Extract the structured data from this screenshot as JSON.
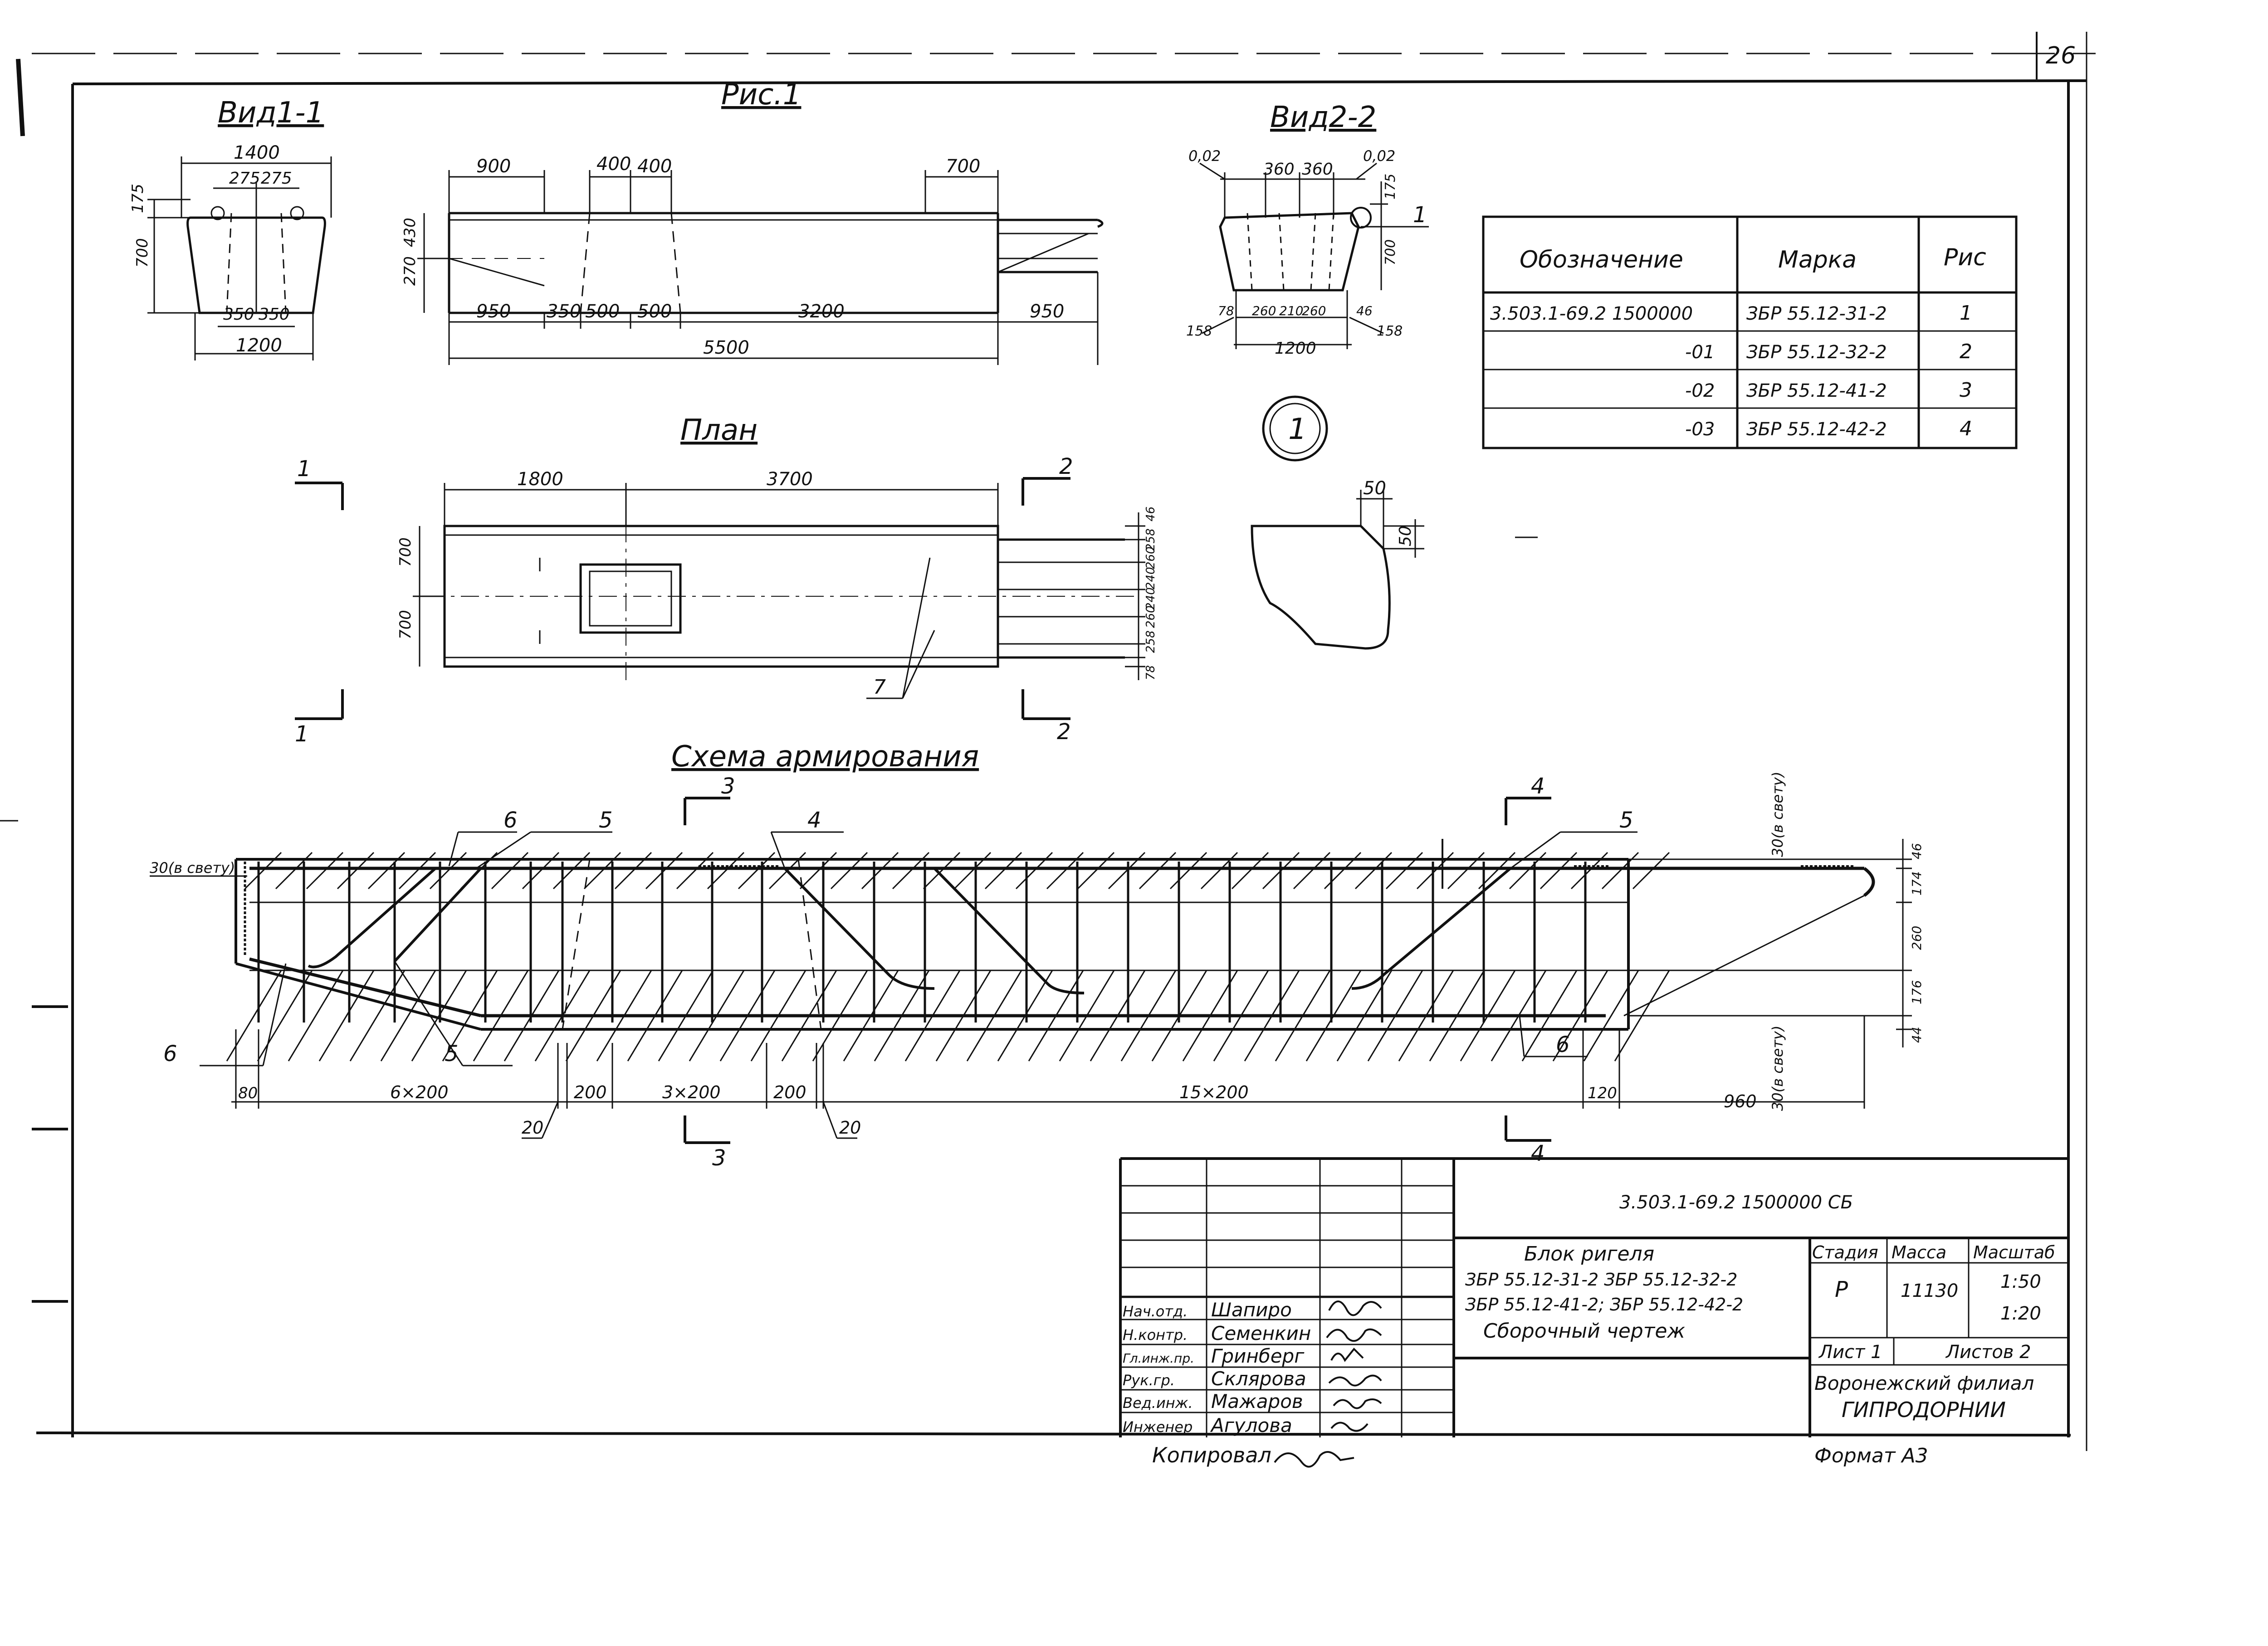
{
  "sheet_number": "26",
  "titles": {
    "fig": "Рис.1",
    "view1": "Вид1-1",
    "view2": "Вид2-2",
    "plan": "План",
    "scheme": "Схема армирования"
  },
  "view1": {
    "dims": [
      "1400",
      "275",
      "275",
      "175",
      "700",
      "350",
      "350",
      "1200"
    ]
  },
  "elevation": {
    "top_dims": [
      "900",
      "400",
      "400",
      "700"
    ],
    "left_dims": [
      "430",
      "270"
    ],
    "bottom_dims": [
      "950",
      "350",
      "500",
      "500",
      "3200",
      "950"
    ],
    "total": "5500"
  },
  "view2": {
    "dims": [
      "0,02",
      "360",
      "360",
      "0,02",
      "175",
      "700",
      "78",
      "260",
      "210",
      "260",
      "46",
      "158",
      "158",
      "1200"
    ]
  },
  "spec_table": {
    "headers": [
      "Обозначение",
      "Марка",
      "Рис"
    ],
    "rows": [
      [
        "3.503.1-69.2 1500000",
        "ЗБР 55.12-31-2",
        "1"
      ],
      [
        "-01",
        "ЗБР 55.12-32-2",
        "2"
      ],
      [
        "-02",
        "ЗБР 55.12-41-2",
        "3"
      ],
      [
        "-03",
        "ЗБР 55.12-42-2",
        "4"
      ]
    ]
  },
  "circle_mark": "1",
  "node_dims": [
    "50",
    "50"
  ],
  "plan": {
    "top_dims": [
      "1800",
      "3700"
    ],
    "left_dims": [
      "700",
      "700"
    ],
    "right_dims": [
      "46",
      "258",
      "260",
      "240",
      "240",
      "260",
      "258",
      "78"
    ],
    "leader": "7",
    "section_marks": [
      "1",
      "1",
      "2",
      "2"
    ]
  },
  "scheme": {
    "callouts": [
      "6",
      "5",
      "4",
      "5",
      "6",
      "5",
      "6",
      "3",
      "3",
      "4",
      "4"
    ],
    "clear_cover_left": "30(в свету)",
    "clear_cover_right_top": "30(в свету)",
    "clear_cover_right_bottom": "30(в свету)",
    "right_dims": [
      "46",
      "174",
      "260",
      "176",
      "44"
    ],
    "bottom_dims": [
      "80",
      "6×200",
      "200",
      "3×200",
      "200",
      "15×200",
      "120",
      "960"
    ],
    "leaders": [
      "20",
      "20"
    ]
  },
  "title_block": {
    "code": "3.503.1-69.2 1500000 СБ",
    "name_lines": [
      "Блок ригеля",
      "ЗБР 55.12-31-2  ЗБР 55.12-32-2",
      "ЗБР 55.12-41-2; ЗБР 55.12-42-2",
      "Сборочный чертеж"
    ],
    "stage_label": "Стадия",
    "mass_label": "Масса",
    "scale_label": "Масштаб",
    "stage": "Р",
    "mass": "11130",
    "scales": [
      "1:50",
      "1:20"
    ],
    "sheet_label": "Лист 1",
    "sheets_label": "Листов 2",
    "org_lines": [
      "Воронежский филиал",
      "ГИПРОДОРНИИ"
    ],
    "people": [
      {
        "role": "Нач.отд.",
        "name": "Шапиро"
      },
      {
        "role": "Н.контр.",
        "name": "Семенкин"
      },
      {
        "role": "Гл.инж.пр.",
        "name": "Гринберг"
      },
      {
        "role": "Рук.гр.",
        "name": "Склярова"
      },
      {
        "role": "Вед.инж.",
        "name": "Мажаров"
      },
      {
        "role": "Инженер",
        "name": "Агулова"
      }
    ],
    "copied": "Копировал",
    "format": "Формат А3"
  }
}
